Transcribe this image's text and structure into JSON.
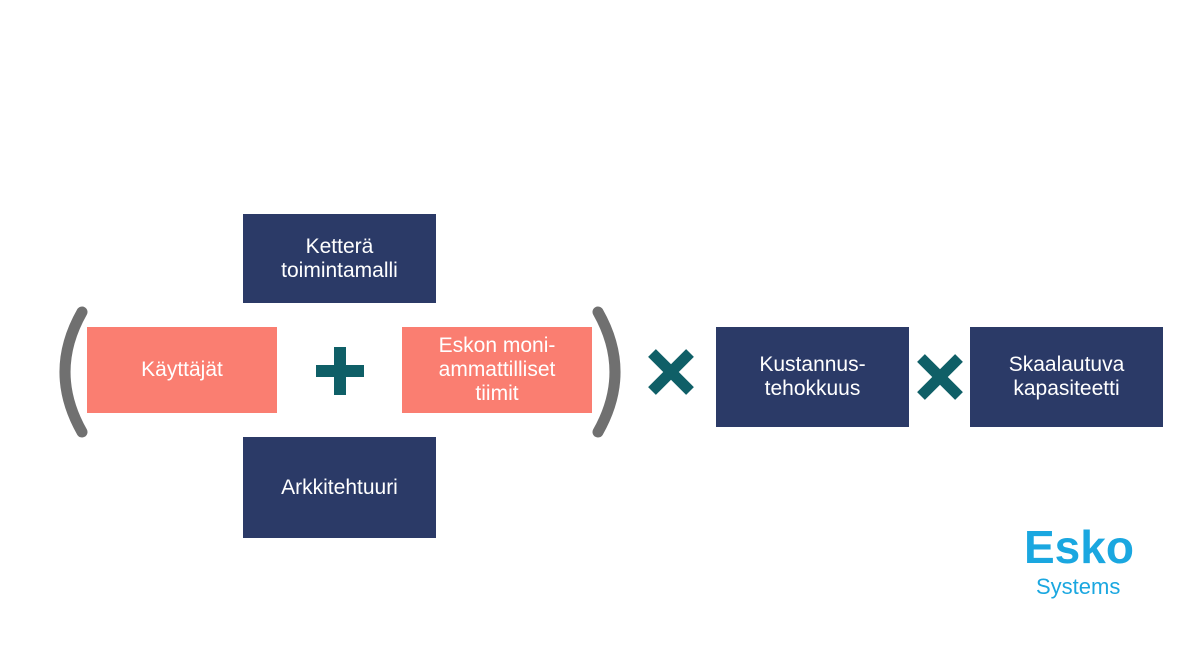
{
  "boxes": {
    "top": "Ketterä\ntoimintamalli",
    "bottom": "Arkkitehtuuri",
    "left": "Käyttäjät",
    "right": "Eskon moni-\nammattilliset\ntiimit",
    "cost": "Kustannus-\ntehokkuus",
    "capacity": "Skaalautuva\nkapasiteetti"
  },
  "operators": {
    "plus": "plus-icon",
    "multiply": "multiply-icon",
    "paren": "parenthesis"
  },
  "logo": {
    "line1": "Esko",
    "line2": "Systems"
  },
  "colors": {
    "navy": "#2b3a67",
    "salmon": "#fa7e71",
    "operator": "#0f5f67",
    "paren": "#707070",
    "logo": "#1aa7e0"
  }
}
